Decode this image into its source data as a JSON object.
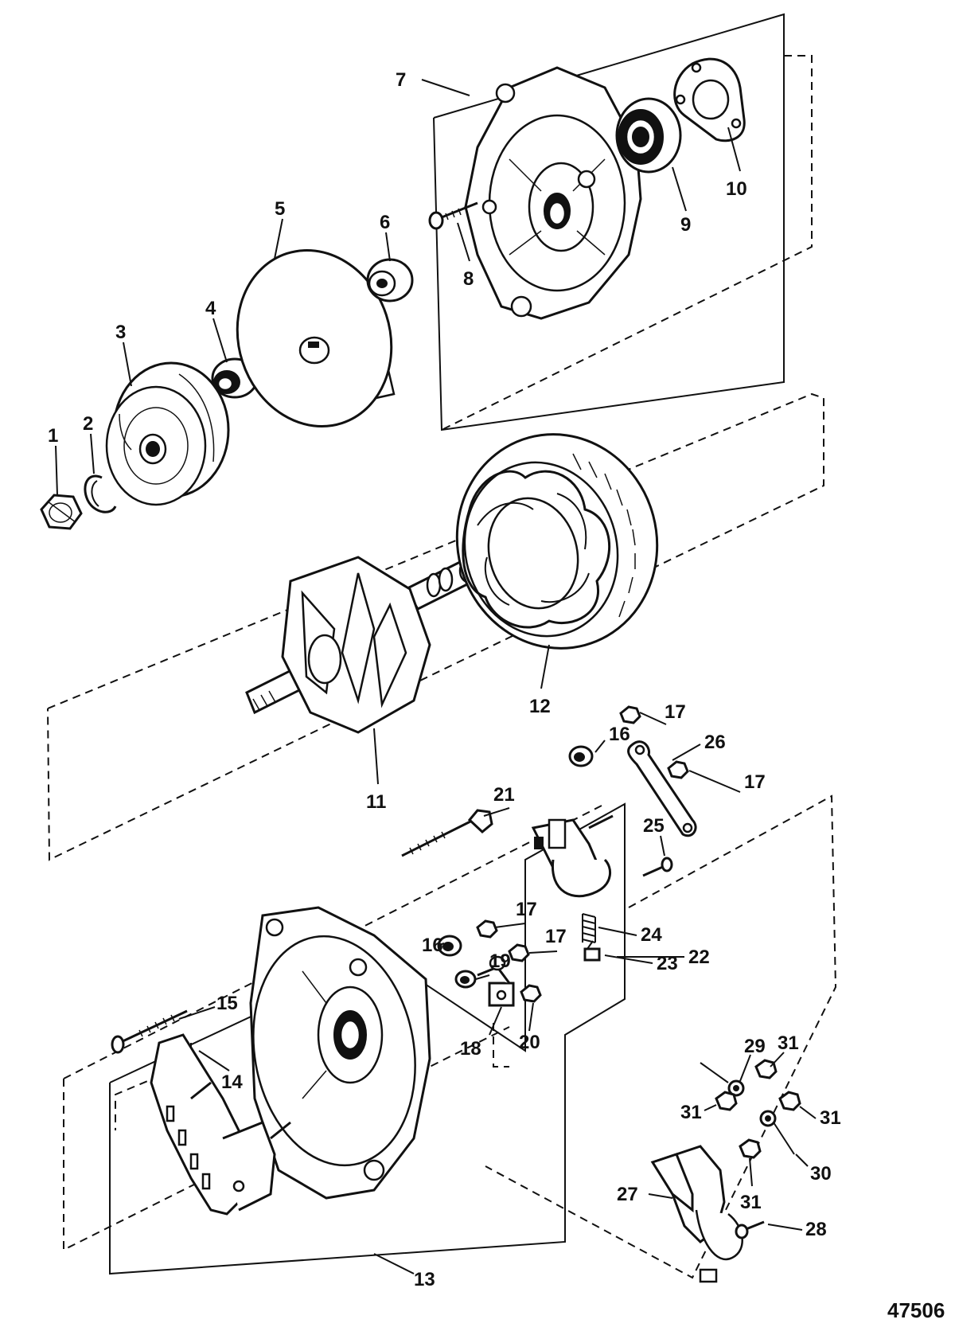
{
  "figure": {
    "number": "47506"
  },
  "callouts": [
    {
      "id": "1",
      "text": "1"
    },
    {
      "id": "2",
      "text": "2"
    },
    {
      "id": "3",
      "text": "3"
    },
    {
      "id": "4",
      "text": "4"
    },
    {
      "id": "5",
      "text": "5"
    },
    {
      "id": "6",
      "text": "6"
    },
    {
      "id": "7",
      "text": "7"
    },
    {
      "id": "8",
      "text": "8"
    },
    {
      "id": "9",
      "text": "9"
    },
    {
      "id": "10",
      "text": "10"
    },
    {
      "id": "11",
      "text": "11"
    },
    {
      "id": "12",
      "text": "12"
    },
    {
      "id": "13",
      "text": "13"
    },
    {
      "id": "14",
      "text": "14"
    },
    {
      "id": "15",
      "text": "15"
    },
    {
      "id": "16a",
      "text": "16"
    },
    {
      "id": "16b",
      "text": "16"
    },
    {
      "id": "17a",
      "text": "17"
    },
    {
      "id": "17b",
      "text": "17"
    },
    {
      "id": "17c",
      "text": "17"
    },
    {
      "id": "17d",
      "text": "17"
    },
    {
      "id": "18",
      "text": "18"
    },
    {
      "id": "19",
      "text": "19"
    },
    {
      "id": "20",
      "text": "20"
    },
    {
      "id": "21",
      "text": "21"
    },
    {
      "id": "22",
      "text": "22"
    },
    {
      "id": "23",
      "text": "23"
    },
    {
      "id": "24",
      "text": "24"
    },
    {
      "id": "25",
      "text": "25"
    },
    {
      "id": "26",
      "text": "26"
    },
    {
      "id": "27",
      "text": "27"
    },
    {
      "id": "28",
      "text": "28"
    },
    {
      "id": "29",
      "text": "29"
    },
    {
      "id": "30",
      "text": "30"
    },
    {
      "id": "31a",
      "text": "31"
    },
    {
      "id": "31b",
      "text": "31"
    },
    {
      "id": "31c",
      "text": "31"
    },
    {
      "id": "31d",
      "text": "31"
    }
  ]
}
